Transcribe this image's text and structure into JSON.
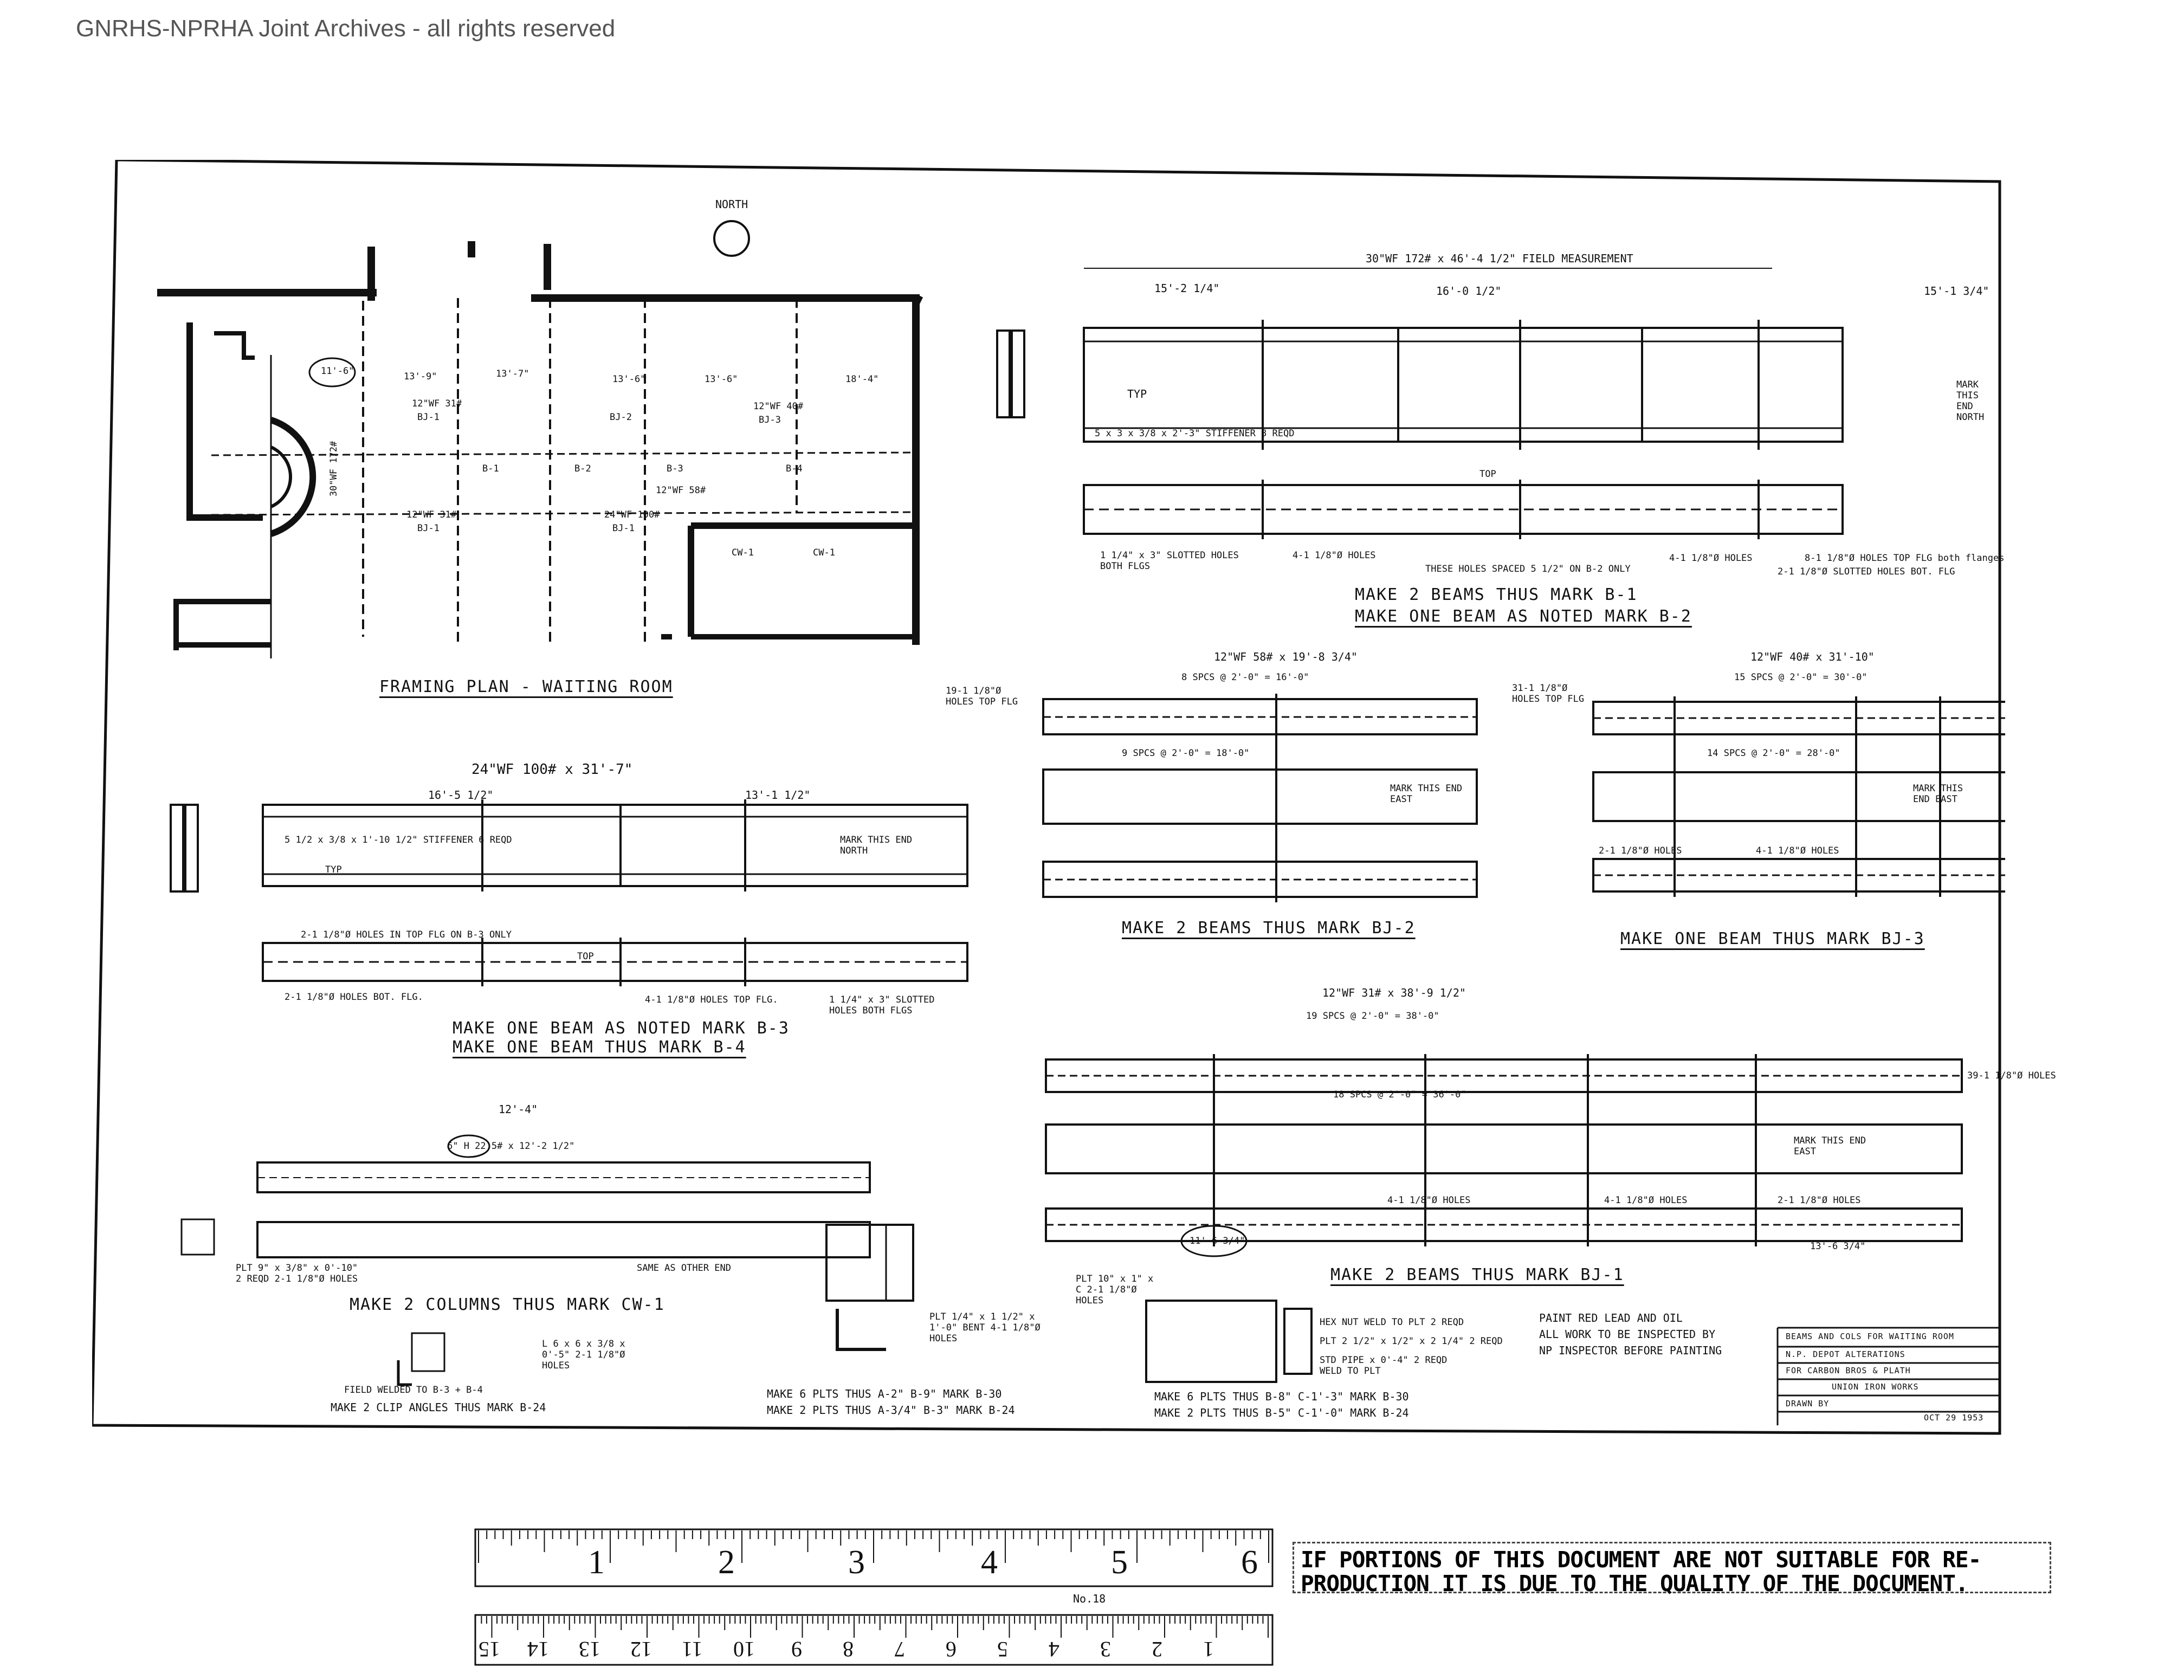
{
  "header": {
    "archive": "GNRHS-NPRHA Joint Archives - all rights reserved"
  },
  "north": "NORTH",
  "plan": {
    "caption": "FRAMING PLAN - WAITING ROOM",
    "labels": [
      "11'-6\"",
      "13'-9\"",
      "13'-7\"",
      "13'-6\"",
      "13'-6\"",
      "18'-4\"",
      "12\"WF 31#",
      "BJ-1",
      "BJ-2",
      "12\"WF 40#",
      "BJ-3",
      "B-1",
      "B-2",
      "B-3",
      "B-4",
      "30\"WF 172#",
      "24\"WF 100#",
      "12\"WF 58#",
      "12\"WF 31#",
      "CW-1",
      "CW-1",
      "BJ-1",
      "BJ-1"
    ]
  },
  "b1": {
    "title": "30\"WF 172# x 46'-4 1/2\" FIELD MEASUREMENT",
    "dims": [
      "15'-2 1/4\"",
      "16'-0 1/2\"",
      "15'-1 3/4\""
    ],
    "typ": "TYP",
    "stiffener": "5 x 3 x 3/8 x 2'-3\" STIFFENER 8 REQD",
    "mark": "MARK THIS END NORTH",
    "top": "TOP",
    "slotted": "1 1/4\" x 3\" SLOTTED HOLES BOTH FLGS",
    "holes1": "4-1 1/8\"Ø HOLES",
    "spaced": "THESE HOLES SPACED 5 1/2\" ON B-2 ONLY",
    "holes2": "4-1 1/8\"Ø HOLES",
    "topflg": "8-1 1/8\"Ø HOLES TOP FLG both flanges",
    "botflg": "2-1 1/8\"Ø SLOTTED HOLES BOT. FLG",
    "caption1": "MAKE 2 BEAMS THUS MARK B-1",
    "caption2": "MAKE ONE BEAM AS NOTED MARK B-2"
  },
  "b3": {
    "title": "24\"WF 100# x 31'-7\"",
    "dims": [
      "16'-5 1/2\"",
      "13'-1 1/2\""
    ],
    "stiffener": "5 1/2 x 3/8 x 1'-10 1/2\" STIFFENER 6 REQD",
    "typ": "TYP",
    "mark": "MARK THIS END NORTH",
    "holes1": "2-1 1/8\"Ø HOLES IN TOP FLG ON B-3 ONLY",
    "top": "TOP",
    "holes2": "2-1 1/8\"Ø HOLES BOT. FLG.",
    "holes3": "4-1 1/8\"Ø HOLES TOP FLG.",
    "slotted": "1 1/4\" x 3\" SLOTTED HOLES BOTH FLGS",
    "caption1": "MAKE ONE BEAM AS NOTED MARK B-3",
    "caption2": "MAKE ONE BEAM THUS MARK B-4"
  },
  "bj2": {
    "title": "12\"WF 58# x 19'-8 3/4\"",
    "sp1": "8 SPCS @ 2'-0\" = 16'-0\"",
    "holes": "19-1 1/8\"Ø HOLES TOP FLG",
    "sp2": "9 SPCS @ 2'-0\" = 18'-0\"",
    "mark": "MARK THIS END EAST",
    "caption": "MAKE 2 BEAMS THUS MARK BJ-2"
  },
  "bj3": {
    "title": "12\"WF 40# x 31'-10\"",
    "holes": "31-1 1/8\"Ø HOLES TOP FLG",
    "sp1": "15 SPCS @ 2'-0\" = 30'-0\"",
    "sp2": "14 SPCS @ 2'-0\" = 28'-0\"",
    "mark": "MARK THIS END EAST",
    "h1": "2-1 1/8\"Ø HOLES",
    "h2": "4-1 1/8\"Ø HOLES",
    "caption": "MAKE ONE BEAM THUS MARK BJ-3"
  },
  "bj1": {
    "title": "12\"WF 31# x 38'-9 1/2\"",
    "sp1": "19 SPCS @ 2'-0\" = 38'-0\"",
    "holes": "39-1 1/8\"Ø HOLES",
    "sp2": "18 SPCS @ 2'-0\" = 36'-0\"",
    "mark": "MARK THIS END EAST",
    "h1": "4-1 1/8\"Ø HOLES",
    "h2": "4-1 1/8\"Ø HOLES",
    "h3": "2-1 1/8\"Ø HOLES",
    "d1": "11'-6 3/4\"",
    "d2": "13'-6 3/4\"",
    "caption": "MAKE 2 BEAMS THUS MARK BJ-1"
  },
  "cw1": {
    "dim": "12'-4\"",
    "title": "6\" H 22.5# x 12'-2 1/2\"",
    "plt": "PLT 9\" x 3/8\" x 0'-10\" 2 REQD 2-1 1/8\"Ø HOLES",
    "same": "SAME AS OTHER END",
    "caption": "MAKE 2 COLUMNS THUS MARK CW-1",
    "clip": "L 6 x 6 x 3/8 x 0'-5\" 2-1 1/8\"Ø HOLES",
    "field": "FIELD WELDED TO B-3 + B-4",
    "caption2": "MAKE 2 CLIP ANGLES THUS MARK B-24"
  },
  "plt1": {
    "plt": "PLT 1/4\" x 1 1/2\" x 1'-0\" BENT 4-1 1/8\"Ø HOLES",
    "c1": "MAKE 6 PLTS THUS A-2\" B-9\" MARK B-30",
    "c2": "MAKE 2 PLTS THUS A-3/4\" B-3\" MARK B-24"
  },
  "plt2": {
    "plt": "PLT 10\" x 1\" x C 2-1 1/8\"Ø HOLES",
    "hex": "HEX NUT WELD TO PLT 2 REQD",
    "p2": "PLT 2 1/2\" x 1/2\" x 2 1/4\" 2 REQD",
    "pipe": "STD PIPE x 0'-4\" 2 REQD WELD TO PLT",
    "c1": "MAKE 6 PLTS THUS B-8\" C-1'-3\" MARK B-30",
    "c2": "MAKE 2 PLTS THUS B-5\" C-1'-0\" MARK B-24"
  },
  "notes": [
    "PAINT RED LEAD AND OIL",
    "ALL WORK TO BE INSPECTED BY",
    "NP INSPECTOR BEFORE PAINTING"
  ],
  "titleblock": {
    "l1": "BEAMS AND COLS FOR WAITING ROOM",
    "l2": "N.P. DEPOT ALTERATIONS",
    "l3": "FOR CARBON BROS & PLATH",
    "l4": "UNION IRON WORKS",
    "l5": "DRAWN BY",
    "l6": "OCT 29 1953"
  },
  "ruler": {
    "inches": [
      "1",
      "2",
      "3",
      "4",
      "5",
      "6"
    ],
    "cm": [
      "1",
      "2",
      "3",
      "4",
      "5",
      "6",
      "7",
      "8",
      "9",
      "10",
      "11",
      "12",
      "13",
      "14",
      "15"
    ],
    "model": "No.18"
  },
  "notice": "IF PORTIONS OF THIS DOCUMENT ARE NOT SUITABLE FOR RE-PRODUCTION IT IS DUE TO THE QUALITY OF THE DOCUMENT."
}
